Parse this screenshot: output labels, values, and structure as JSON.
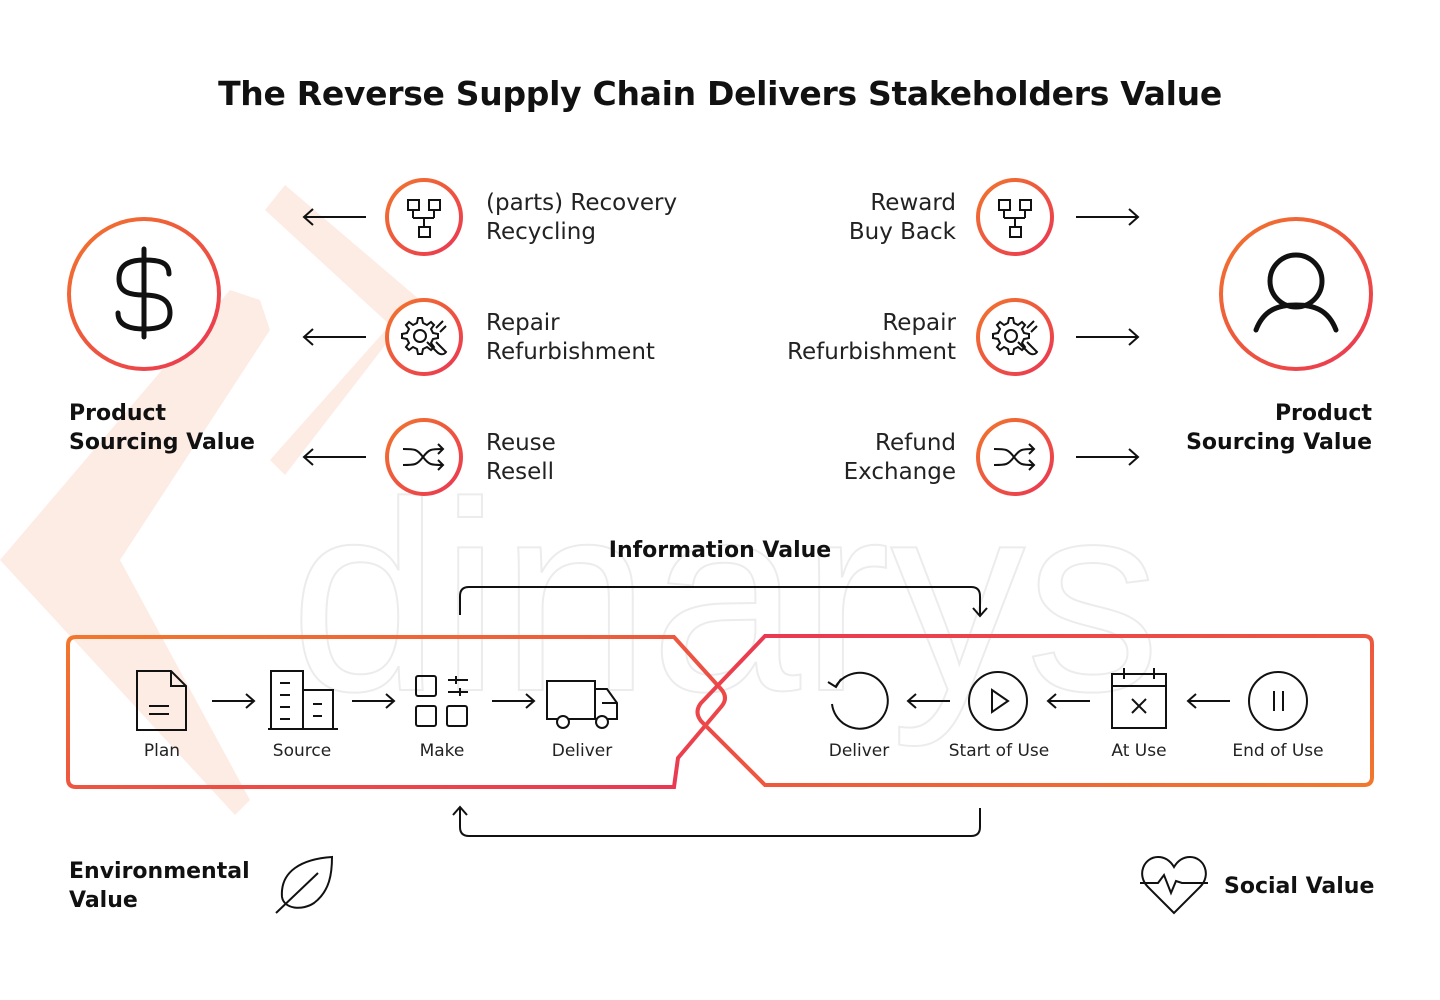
{
  "title": "The Reverse Supply Chain Delivers Stakeholders Value",
  "left_stakeholder": {
    "icon": "dollar-icon",
    "label_line1": "Product",
    "label_line2": "Sourcing Value"
  },
  "right_stakeholder": {
    "icon": "user-icon",
    "label_line1": "Product",
    "label_line2": "Sourcing Value"
  },
  "left_options": [
    {
      "icon": "flowchart-icon",
      "line1": "(parts) Recovery",
      "line2": "Recycling"
    },
    {
      "icon": "gear-wrench-icon",
      "line1": "Repair",
      "line2": "Refurbishment"
    },
    {
      "icon": "shuffle-icon",
      "line1": "Reuse",
      "line2": "Resell"
    }
  ],
  "right_options": [
    {
      "icon": "flowchart-icon",
      "line1": "Reward",
      "line2": "Buy Back"
    },
    {
      "icon": "gear-wrench-icon",
      "line1": "Repair",
      "line2": "Refurbishment"
    },
    {
      "icon": "shuffle-icon",
      "line1": "Refund",
      "line2": "Exchange"
    }
  ],
  "information_value": "Information Value",
  "forward_steps": [
    {
      "icon": "document-icon",
      "label": "Plan"
    },
    {
      "icon": "buildings-icon",
      "label": "Source"
    },
    {
      "icon": "grid-icon",
      "label": "Make"
    },
    {
      "icon": "truck-icon",
      "label": "Deliver"
    }
  ],
  "reverse_steps": [
    {
      "icon": "rotate-icon",
      "label": "Deliver"
    },
    {
      "icon": "play-icon",
      "label": "Start of Use"
    },
    {
      "icon": "calendar-x-icon",
      "label": "At Use"
    },
    {
      "icon": "pause-icon",
      "label": "End of Use"
    }
  ],
  "environmental": {
    "icon": "leaf-icon",
    "line1": "Environmental",
    "line2": "Value"
  },
  "social": {
    "icon": "heart-pulse-icon",
    "label": "Social Value"
  },
  "watermark": "dinarys",
  "colors": {
    "orange": "#f2772b",
    "red": "#ea3554"
  }
}
